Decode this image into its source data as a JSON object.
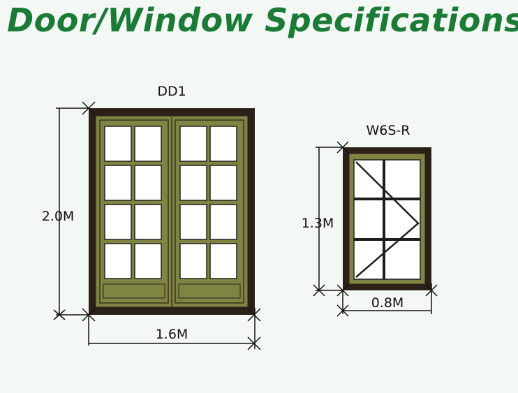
{
  "title": "Door/Window Specifications",
  "door": {
    "code": "DD1",
    "height": "2.0M",
    "width": "1.6M"
  },
  "window": {
    "code": "W6S-R",
    "height": "1.3M",
    "width": "0.8M"
  },
  "colors": {
    "title": "#1a7a36",
    "frame_outer": "#2b2118",
    "frame_inner": "#7f8443",
    "glass": "#ffffff",
    "muntin": "#1e1e1e",
    "background": "#f3f8f4"
  }
}
